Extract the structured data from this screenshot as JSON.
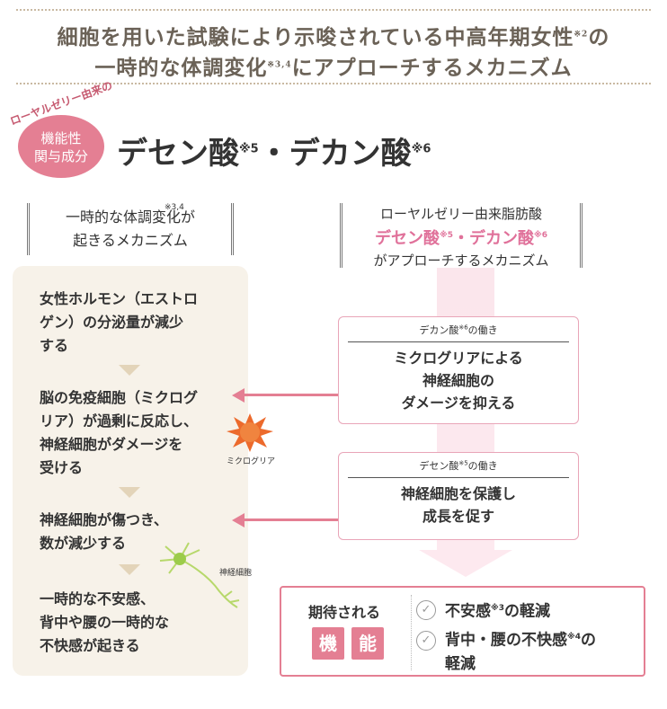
{
  "header": {
    "line1": "細胞を用いた試験により示唆されている中高年期女性",
    "line1_sup": "※2",
    "line1_end": "の",
    "line2": "一時的な体調変化",
    "line2_sup": "※3,4",
    "line2_end": "にアプローチするメカニズム"
  },
  "badge": {
    "arc": "ローヤルゼリー由来の",
    "line1": "機能性",
    "line2": "関与成分"
  },
  "title": {
    "part1": "デセン酸",
    "sup1": "※5",
    "part2": "・デカン酸",
    "sup2": "※6"
  },
  "left_header": {
    "sup": "※3,4",
    "line1": "一時的な体調変化が",
    "line2": "起きるメカニズム"
  },
  "right_header": {
    "line1": "ローヤルゼリー由来脂肪酸",
    "pink1": "デセン酸",
    "pink_sup1": "※5",
    "pink2": "・デカン酸",
    "pink_sup2": "※6",
    "line3": "がアプローチするメカニズム"
  },
  "steps": [
    {
      "l1": "女性ホルモン（エストロ",
      "l2": "ゲン）の分泌量が減少",
      "l3": "する"
    },
    {
      "l1": "脳の免疫細胞（ミクログ",
      "l2": "リア）が過剰に反応し、",
      "l3": "神経細胞がダメージを",
      "l4": "受ける"
    },
    {
      "l1": "神経細胞が傷つき、",
      "l2": "数が減少する"
    },
    {
      "l1": "一時的な不安感、",
      "l2": "背中や腰の一時的な",
      "l3": "不快感が起きる"
    }
  ],
  "illus": {
    "microglia": "ミクログリア",
    "neuron": "神経細胞"
  },
  "box1": {
    "label": "デカン酸",
    "label_sup": "※6",
    "label_end": "の働き",
    "l1": "ミクログリアによる",
    "l2": "神経細胞の",
    "l3": "ダメージを抑える"
  },
  "box2": {
    "label": "デセン酸",
    "label_sup": "※5",
    "label_end": "の働き",
    "l1": "神経細胞を保護し",
    "l2": "成長を促す"
  },
  "effect": {
    "expect": "期待される",
    "k1": "機",
    "k2": "能",
    "item1": "不安感",
    "item1_sup": "※3",
    "item1_end": "の軽減",
    "item2": "背中・腰の不快感",
    "item2_sup": "※4",
    "item2_end": "の",
    "item2_l2": "軽減",
    "check_icon": "check-circle-icon"
  },
  "colors": {
    "pink": "#e47f93",
    "beige": "#f7f2e9",
    "header_text": "#6b6257"
  }
}
